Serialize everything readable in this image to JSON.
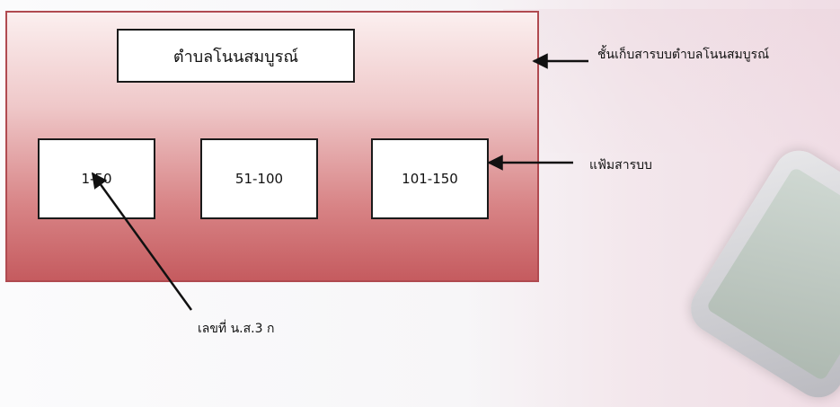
{
  "diagram": {
    "shelf": {
      "title": "ตำบลโนนสมบูรณ์",
      "label": "ชั้นเก็บสารบบตำบลโนนสมบูรณ์"
    },
    "folders": [
      {
        "range": "1-50"
      },
      {
        "range": "51-100"
      },
      {
        "range": "101-150"
      }
    ],
    "folder_label": "แฟ้มสารบบ",
    "number_label": "เลขที่ น.ส.3 ก"
  },
  "colors": {
    "panel_border": "#b04a50",
    "panel_top": "#fbefef",
    "panel_bottom": "#c55b5f",
    "box_border": "#1a1a1a",
    "arrow": "#111111"
  }
}
